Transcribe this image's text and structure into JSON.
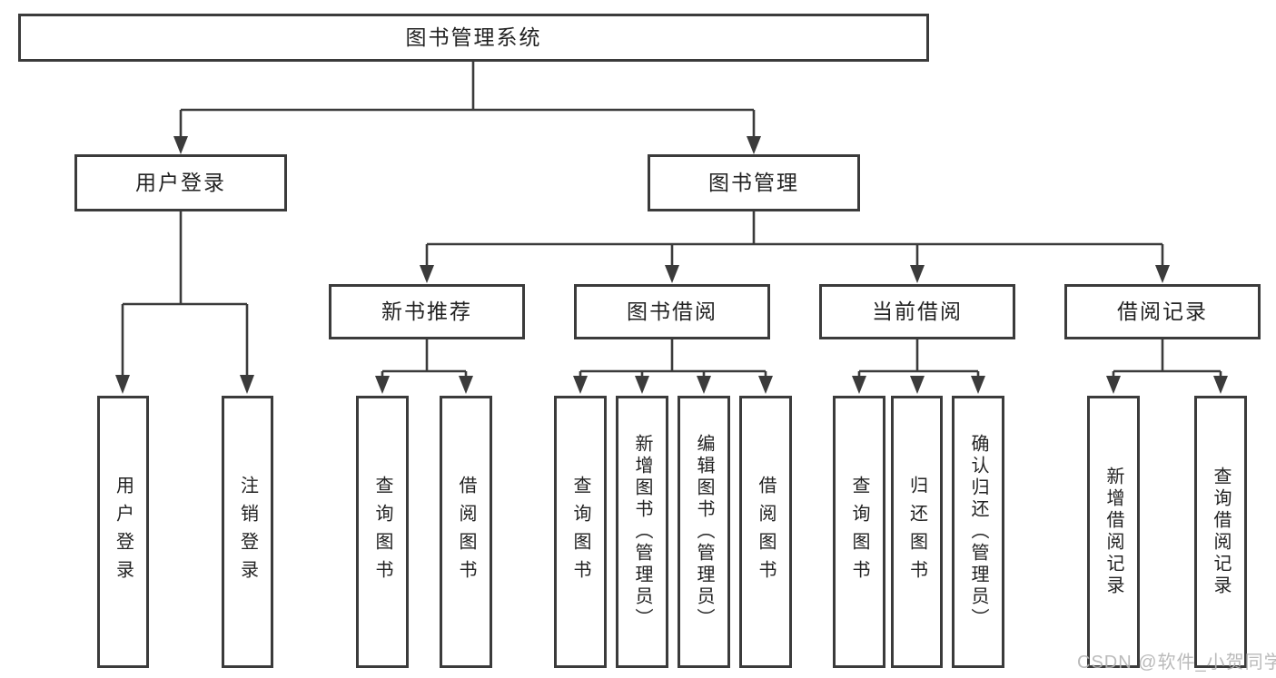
{
  "diagram": {
    "root": "图书管理系统",
    "branches": [
      {
        "label": "用户登录",
        "children": [
          "用户登录",
          "注销登录"
        ]
      },
      {
        "label": "图书管理",
        "children": [
          {
            "label": "新书推荐",
            "children": [
              "查询图书",
              "借阅图书"
            ]
          },
          {
            "label": "图书借阅",
            "children": [
              "查询图书",
              "新增图书（管理员）",
              "编辑图书（管理员）",
              "借阅图书"
            ]
          },
          {
            "label": "当前借阅",
            "children": [
              "查询图书",
              "归还图书",
              "确认归还（管理员）"
            ]
          },
          {
            "label": "借阅记录",
            "children": [
              "新增借阅记录",
              "查询借阅记录"
            ]
          }
        ]
      }
    ]
  },
  "watermark": {
    "text": "CSDN @软件_小贺同学"
  },
  "colors": {
    "line": "#3b3b3b",
    "text": "#222222",
    "watermark": "#b3b3b3",
    "background": "#ffffff"
  }
}
